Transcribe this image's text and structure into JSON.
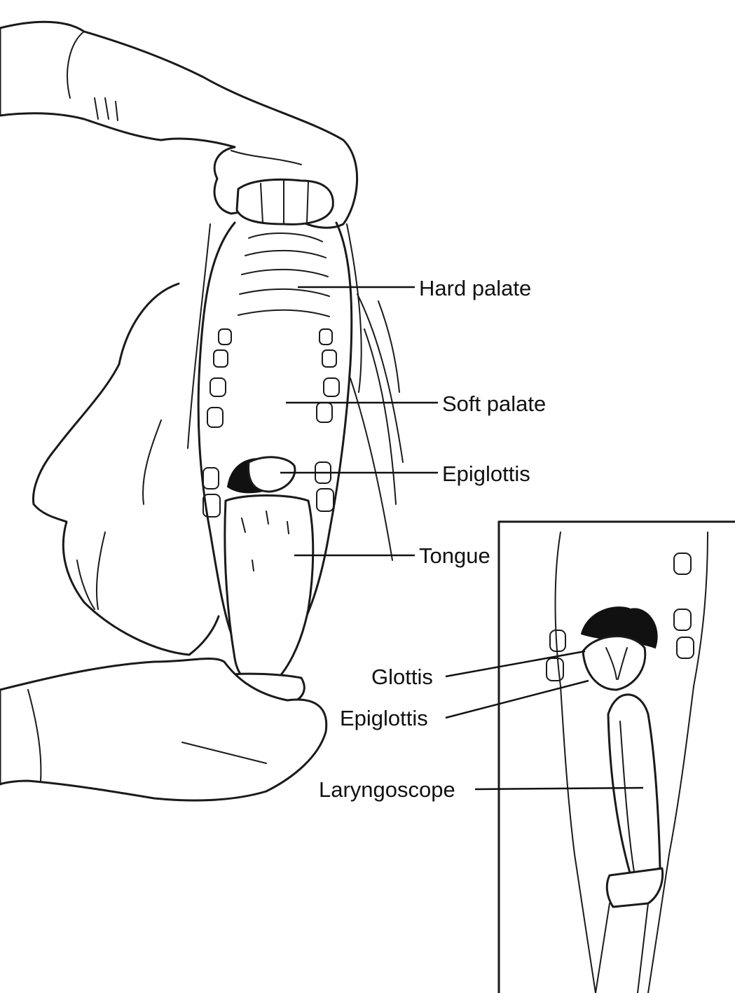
{
  "labels": {
    "hard_palate": "Hard palate",
    "soft_palate": "Soft palate",
    "epiglottis_main": "Epiglottis",
    "tongue": "Tongue",
    "glottis": "Glottis",
    "epiglottis_inset": "Epiglottis",
    "laryngoscope": "Laryngoscope"
  }
}
